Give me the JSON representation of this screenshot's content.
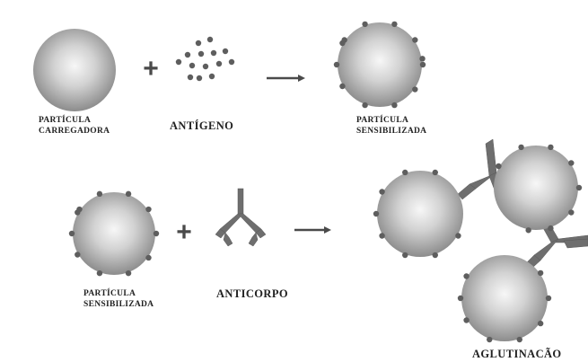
{
  "labels": {
    "particula_carregadora_1": "PARTÍCULA",
    "particula_carregadora_2": "CARREGADORA",
    "antigeno": "ANTÍGENO",
    "particula_sensibilizada_top_1": "PARTÍCULA",
    "particula_sensibilizada_top_2": "SENSIBILIZADA",
    "particula_sensibilizada_bottom_1": "PARTÍCULA",
    "particula_sensibilizada_bottom_2": "SENSIBILIZADA",
    "anticorpo": "ANTICORPO",
    "aglutinacao": "AGLUTINACÃO"
  },
  "colors": {
    "particle_light": "#f4f4f4",
    "particle_dark": "#8a8a8a",
    "antigen_dot": "#5e5e5e",
    "antibody": "#6e6e6e",
    "symbol": "#4a4a4a"
  }
}
